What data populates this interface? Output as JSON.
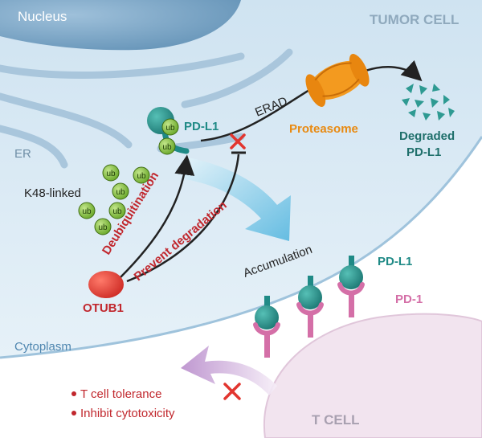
{
  "labels": {
    "nucleus": "Nucleus",
    "tumor_cell": "TUMOR CELL",
    "er": "ER",
    "erad": "ERAD",
    "proteasome": "Proteasome",
    "degraded_1": "Degraded",
    "degraded_2": "PD-L1",
    "pdl1_top": "PD-L1",
    "k48": "K48-linked",
    "ub": "ub",
    "deubiquitination": "Deubiquitination",
    "prevent_degradation": "Prevent degradation",
    "otub1": "OTUB1",
    "accumulation": "Accumulation",
    "pdl1_surface": "PD-L1",
    "pd1": "PD-1",
    "cytoplasm": "Cytoplasm",
    "tcell": "T CELL",
    "bullet1": "T cell tolerance",
    "bullet2": "Inhibit cytotoxicity"
  },
  "colors": {
    "nucleus_fill": "#7fa9c9",
    "er_stroke": "#a9c6dc",
    "cytoplasm_fill": "#dcebf5",
    "outside_fill": "#ffffff",
    "teal": "#1f8a86",
    "pink": "#d46fa7",
    "ub_green": "#8cc63f",
    "otub1_red": "#e2352f",
    "proteasome_orange": "#f39a1f",
    "red_text": "#c1272d",
    "tcell_fill": "#f2e4ef",
    "arrow_blue": "#6cc3e3",
    "arrow_purple": "#c9a2d6"
  }
}
